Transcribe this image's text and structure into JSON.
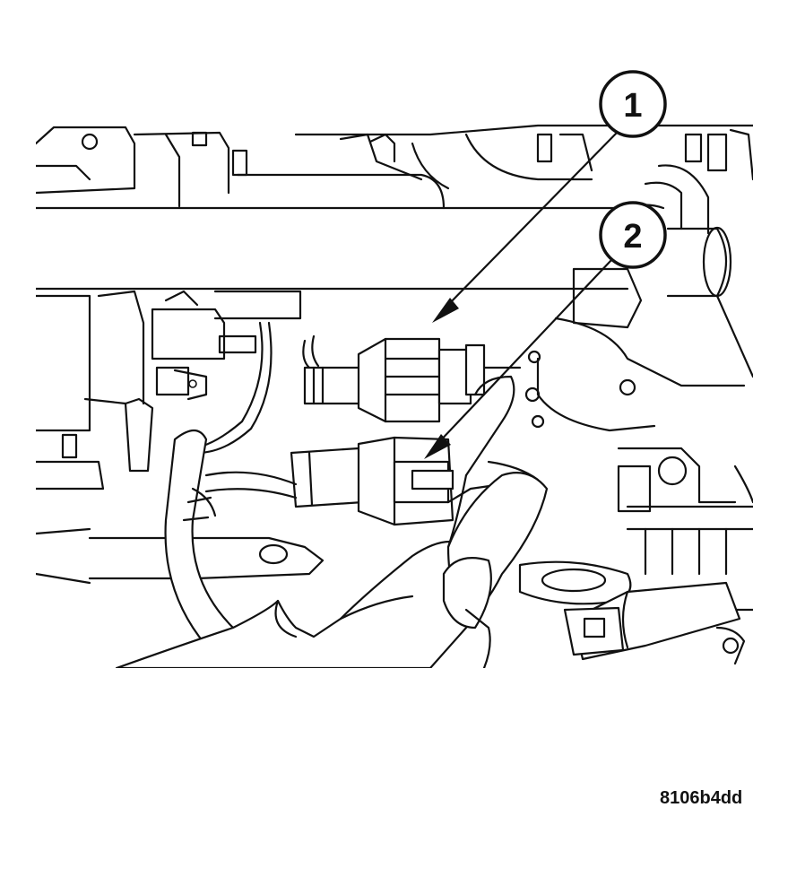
{
  "callouts": [
    {
      "number": "1"
    },
    {
      "number": "2"
    }
  ],
  "figure_id": "8106b4dd"
}
